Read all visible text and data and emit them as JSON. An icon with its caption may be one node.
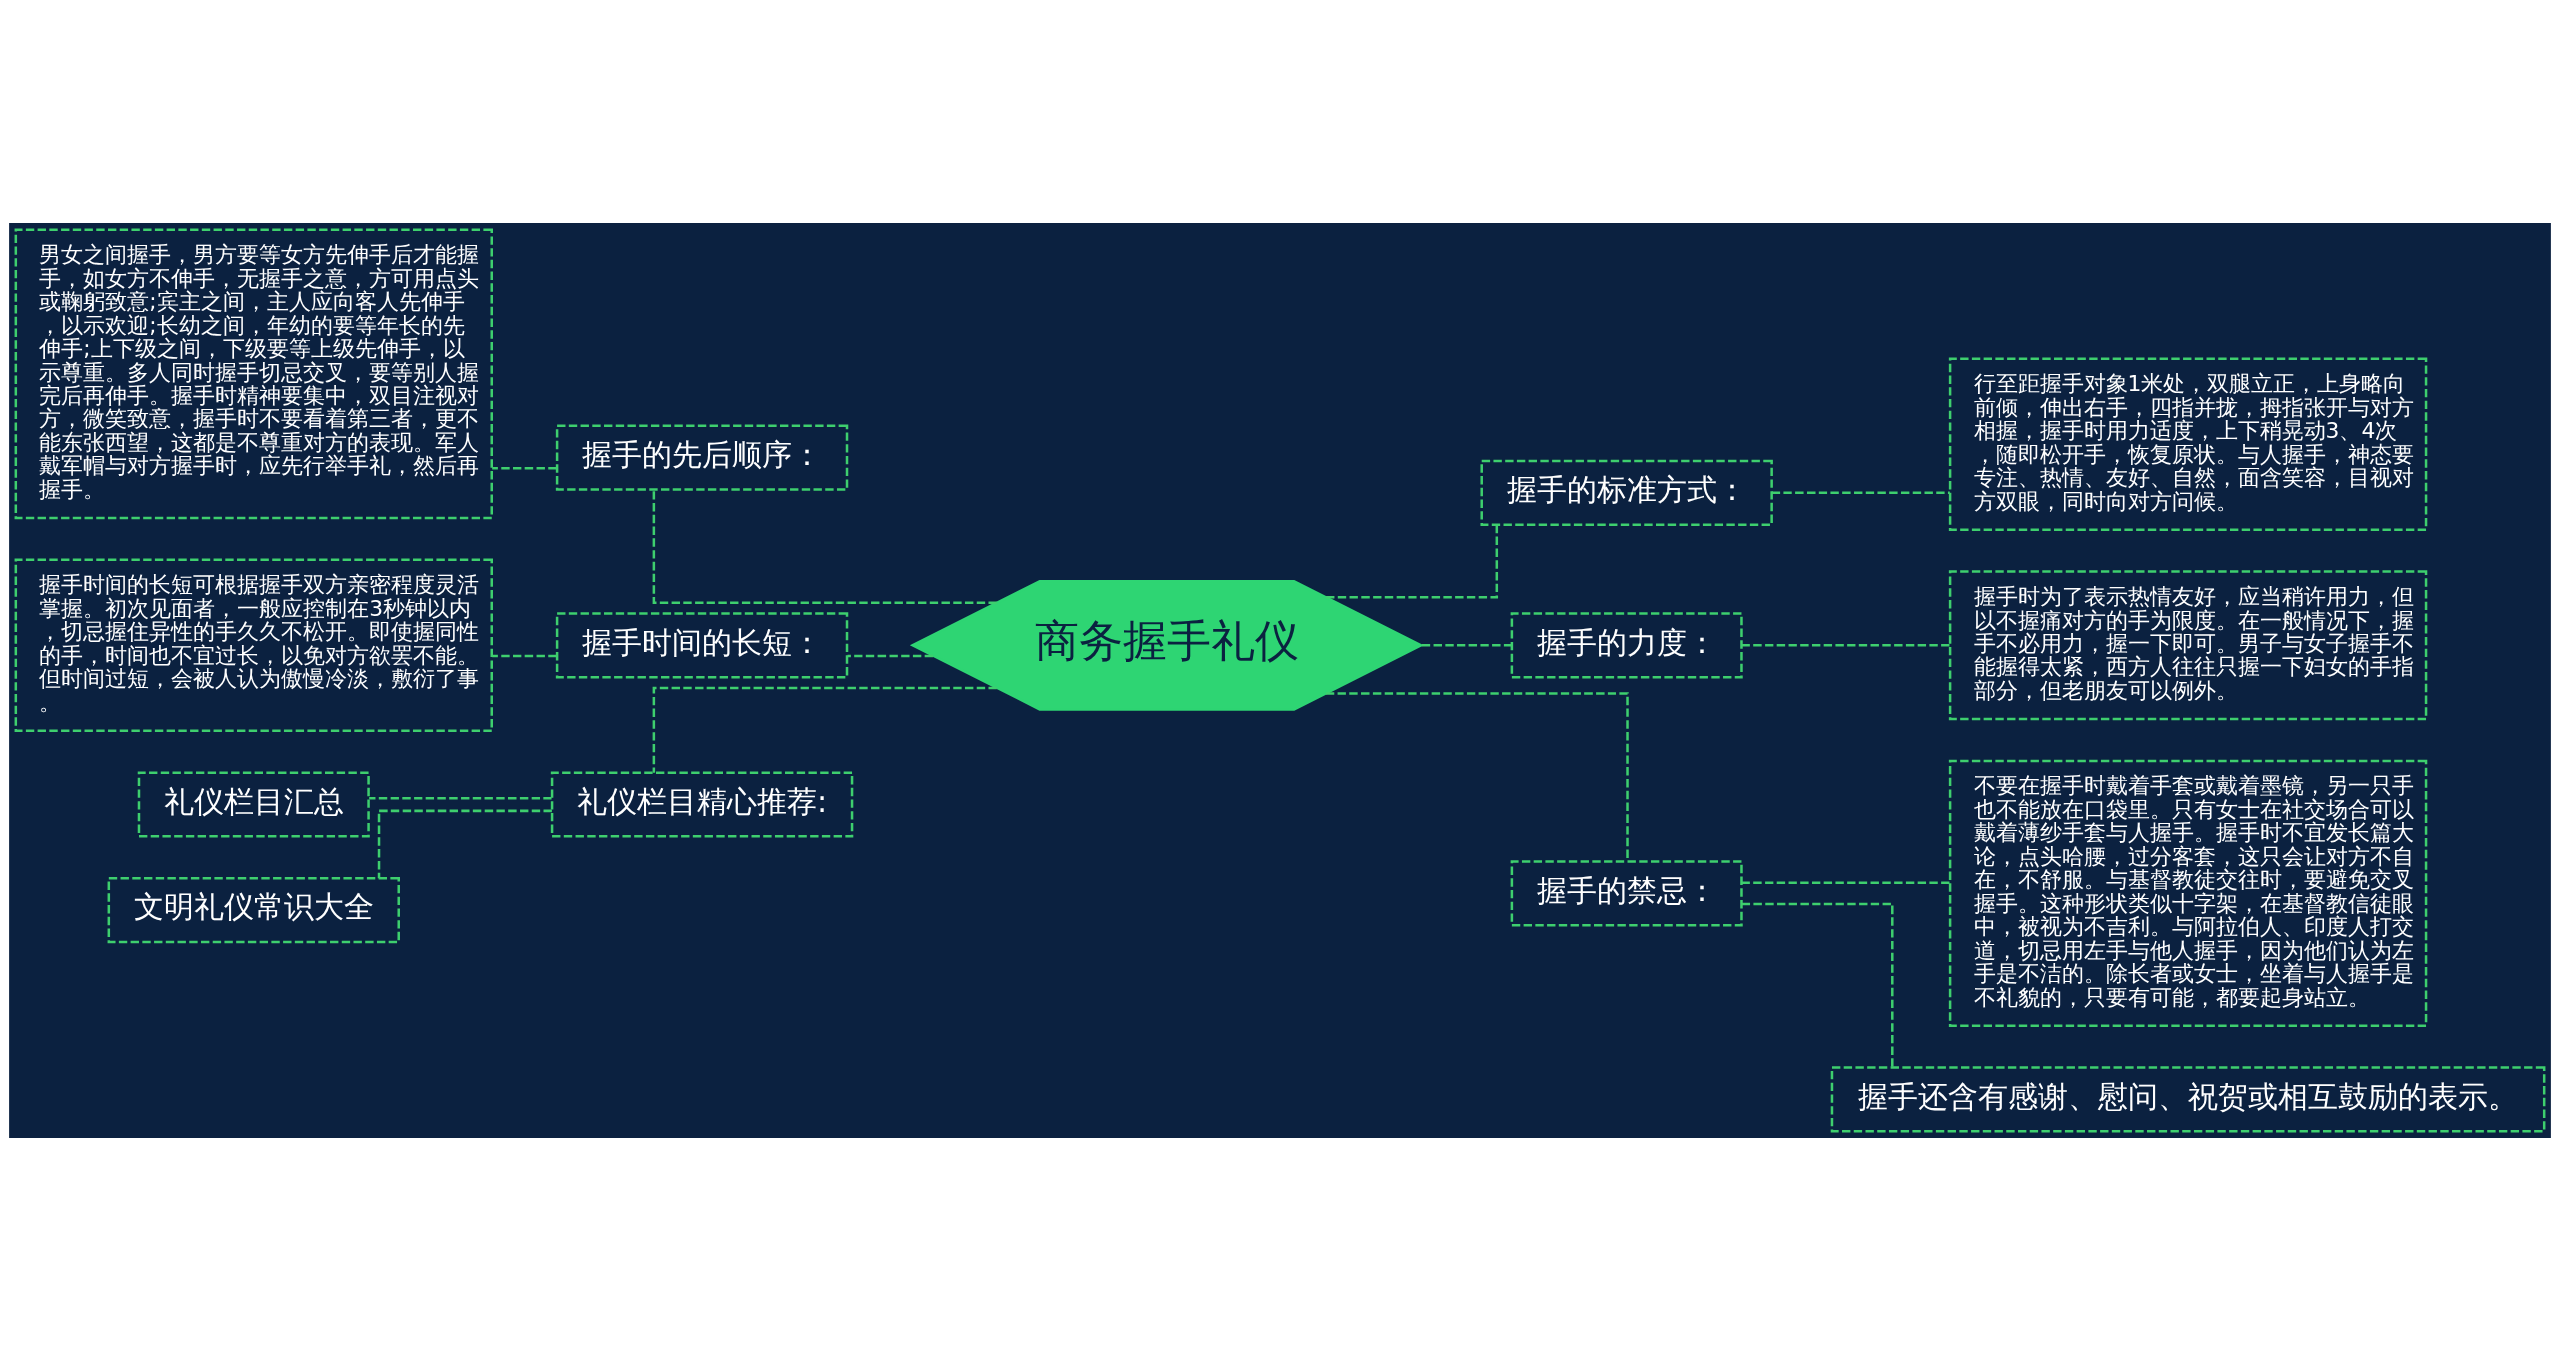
{
  "diagram": {
    "nodes": [
      {
        "text": [
          "商务握手礼仪"
        ]
      },
      {
        "text": [
          "握手的先后顺序："
        ]
      },
      {
        "text": [
          "男女之间握手，男方要等女方先伸手后才能握手，如女方不伸手，无握手之意，方可用点头或鞠躬致意;宾主之间，主人应向客人先伸手，以示欢迎;长幼之间，年幼的要等年长的先伸手;上下级之间，下级要等上级先伸手，以示尊重。多人同时握手切忌交叉，要等别人握完后再伸手。握手时精神要集中，双目注视对方，微笑致意，握手时不要看着第三者，更不能东张西望，这都是不尊重对方的表现。军人戴军帽与对方握手时，应先行举手礼，然后再握手。"
        ]
      },
      {
        "text": [
          "握手时间的长短："
        ]
      },
      {
        "text": [
          "握手时间的长短可根据握手双方亲密程度灵活掌握。初次见面者，一般应控制在3秒钟以内，切忌握住异性的手久久不松开。即使握同性的手，时间也不宜过长，以免对方欲罢不能。但时间过短，会被人认为傲慢冷淡，敷衍了事。"
        ]
      },
      {
        "text": [
          "礼仪栏目精心推荐:"
        ]
      },
      {
        "text": [
          "礼仪栏目汇总"
        ]
      },
      {
        "text": [
          "文明礼仪常识大全"
        ]
      },
      {
        "text": [
          "握手的标准方式："
        ]
      },
      {
        "text": [
          "行至距握手对象1米处，双腿立正，上身略向前倾，伸出右手，四指并拢，拇指张开与对方相握，握手时用力适度，上下稍晃动3、4次，随即松开手，恢复原状。与人握手，神态要专注、热情、友好、自然，面含笑容，目视对方双眼，同时向对方问候。"
        ]
      },
      {
        "text": [
          "握手的力度："
        ]
      },
      {
        "text": [
          "握手时为了表示热情友好，应当稍许用力，但以不握痛对方的手为限度。在一般情况下，握手不必用力，握一下即可。男子与女子握手不能握得太紧，西方人往往只握一下妇女的手指部分，但老朋友可以例外。"
        ]
      },
      {
        "text": [
          "握手的禁忌："
        ]
      },
      {
        "text": [
          "不要在握手时戴着手套或戴着墨镜，另一只手也不能放在口袋里。只有女士在社交场合可以戴着薄纱手套与人握手。握手时不宜发长篇大论，点头哈腰，过分客套，这只会让对方不自在，不舒服。与基督教徒交往时，要避免交叉握手。这种形状类似十字架，在基督教信徒眼中，被视为不吉利。与阿拉伯人、印度人打交道，切忌用左手与他人握手，因为他们认为左手是不洁的。除长者或女士，坐着与人握手是不礼貌的，只要有可能，都要起身站立。"
        ]
      },
      {
        "text": [
          "握手还含有感谢、慰问、祝贺或相互鼓励的表示。"
        ]
      }
    ],
    "edges": [
      {
        "from": 0,
        "to": 1,
        "arrow": "none",
        "style": "dashed"
      },
      {
        "from": 1,
        "to": 2,
        "arrow": "none",
        "style": "dashed"
      },
      {
        "from": 0,
        "to": 3,
        "arrow": "none",
        "style": "dashed"
      },
      {
        "from": 3,
        "to": 4,
        "arrow": "none",
        "style": "dashed"
      },
      {
        "from": 0,
        "to": 5,
        "arrow": "none",
        "style": "dashed"
      },
      {
        "from": 5,
        "to": 6,
        "arrow": "none",
        "style": "dashed"
      },
      {
        "from": 5,
        "to": 7,
        "arrow": "none",
        "style": "dashed"
      },
      {
        "from": 0,
        "to": 8,
        "arrow": "none",
        "style": "dashed"
      },
      {
        "from": 8,
        "to": 9,
        "arrow": "none",
        "style": "dashed"
      },
      {
        "from": 0,
        "to": 10,
        "arrow": "none",
        "style": "dashed"
      },
      {
        "from": 10,
        "to": 11,
        "arrow": "none",
        "style": "dashed"
      },
      {
        "from": 0,
        "to": 12,
        "arrow": "none",
        "style": "dashed"
      },
      {
        "from": 12,
        "to": 13,
        "arrow": "none",
        "style": "dashed"
      },
      {
        "from": 12,
        "to": 14,
        "arrow": "none",
        "style": "dashed"
      }
    ]
  }
}
